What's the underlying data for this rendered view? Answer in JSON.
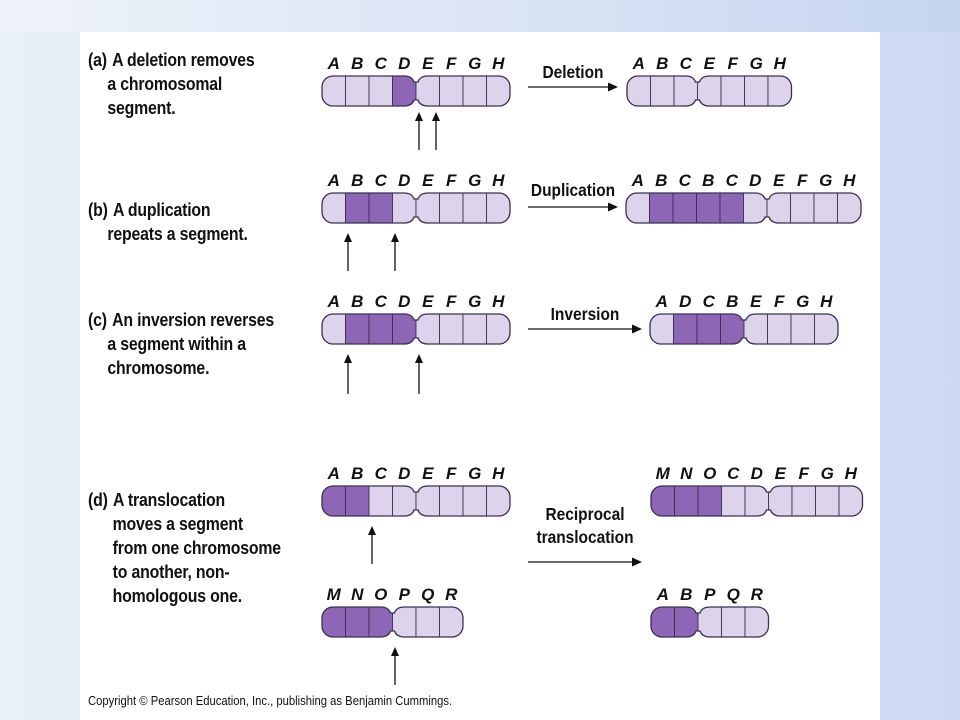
{
  "colors": {
    "light_fill": "#ddd4eb",
    "dark_fill": "#8d67b5",
    "stroke": "#3a3050",
    "text": "#111111"
  },
  "panels": [
    {
      "tag": "(a)",
      "caption": {
        "pre": "A ",
        "term": "deletion",
        "post": " removes",
        "lines": [
          "a chromosomal",
          "segment."
        ]
      },
      "operation": [
        "Deletion"
      ],
      "before": {
        "genes": [
          "A",
          "B",
          "C",
          "D",
          "E",
          "F",
          "G",
          "H"
        ],
        "dark": [
          3
        ]
      },
      "after": [
        {
          "genes": [
            "A",
            "B",
            "C",
            "E",
            "F",
            "G",
            "H"
          ],
          "dark": []
        }
      ]
    },
    {
      "tag": "(b)",
      "caption": {
        "pre": "A ",
        "term": "duplication",
        "post": "",
        "lines": [
          "repeats a segment."
        ]
      },
      "operation": [
        "Duplication"
      ],
      "before": {
        "genes": [
          "A",
          "B",
          "C",
          "D",
          "E",
          "F",
          "G",
          "H"
        ],
        "dark": [
          1,
          2
        ]
      },
      "after": [
        {
          "genes": [
            "A",
            "B",
            "C",
            "B",
            "C",
            "D",
            "E",
            "F",
            "G",
            "H"
          ],
          "dark": [
            1,
            2,
            3,
            4
          ]
        }
      ]
    },
    {
      "tag": "(c)",
      "caption": {
        "pre": "An ",
        "term": "inversion",
        "post": " reverses",
        "lines": [
          "a segment within a",
          "chromosome."
        ]
      },
      "operation": [
        "Inversion"
      ],
      "before": {
        "genes": [
          "A",
          "B",
          "C",
          "D",
          "E",
          "F",
          "G",
          "H"
        ],
        "dark": [
          1,
          2,
          3
        ]
      },
      "after": [
        {
          "genes": [
            "A",
            "D",
            "C",
            "B",
            "E",
            "F",
            "G",
            "H"
          ],
          "dark": [
            1,
            2,
            3
          ]
        }
      ]
    },
    {
      "tag": "(d)",
      "caption": {
        "pre": "A ",
        "term": "translocation",
        "post": "",
        "lines": [
          "moves a segment",
          "from one chromosome",
          "to another, non-",
          "homologous one."
        ]
      },
      "operation": [
        "Reciprocal",
        "translocation"
      ],
      "before": {
        "genes": [
          "A",
          "B",
          "C",
          "D",
          "E",
          "F",
          "G",
          "H"
        ],
        "dark": [
          0,
          1
        ]
      },
      "before2": {
        "genes": [
          "M",
          "N",
          "O",
          "P",
          "Q",
          "R"
        ],
        "dark": [
          0,
          1,
          2
        ]
      },
      "after": [
        {
          "genes": [
            "M",
            "N",
            "O",
            "C",
            "D",
            "E",
            "F",
            "G",
            "H"
          ],
          "dark": [
            0,
            1,
            2
          ]
        },
        {
          "genes": [
            "A",
            "B",
            "P",
            "Q",
            "R"
          ],
          "dark": [
            0,
            1
          ]
        }
      ]
    }
  ],
  "copyright": "Copyright © Pearson Education, Inc., publishing as Benjamin Cummings."
}
